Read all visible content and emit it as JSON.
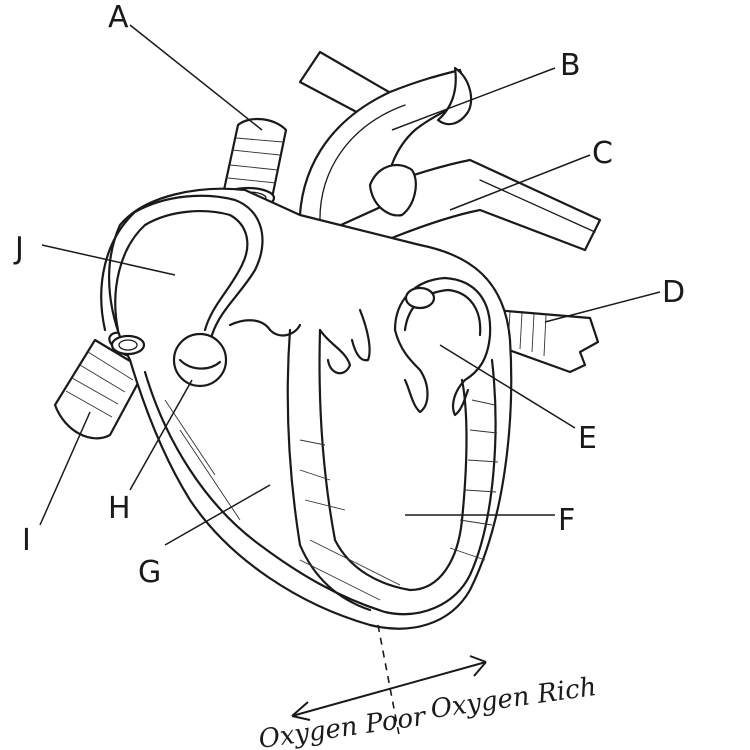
{
  "labels": {
    "a": "A",
    "b": "B",
    "c": "C",
    "d": "D",
    "e": "E",
    "f": "F",
    "g": "G",
    "h": "H",
    "i": "I",
    "j": "J"
  },
  "annotations": {
    "oxygen_poor": "Oxygen Poor",
    "oxygen_rich": "Oxygen Rich"
  },
  "colors": {
    "ink": "#1a1a1a",
    "paper": "#ffffff"
  }
}
